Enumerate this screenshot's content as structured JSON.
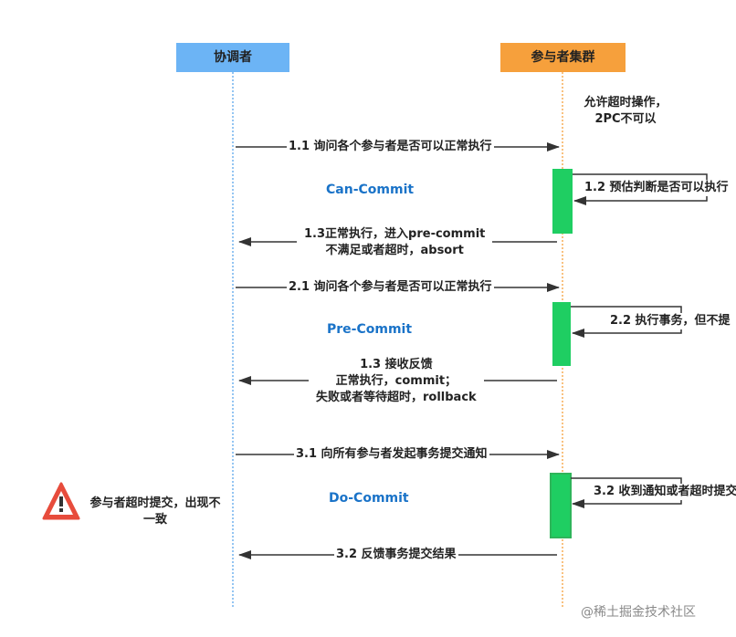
{
  "colors": {
    "coordinator_box": "#6cb4f5",
    "participant_box": "#f6a03c",
    "coordinator_lifeline": "#5aa6ea",
    "participant_lifeline": "#f6a03c",
    "activation_bar": "#1fce62",
    "arrow": "#333333",
    "phase_text": "#1a73c8",
    "warning": "#e74c3c"
  },
  "actors": {
    "coordinator": "协调者",
    "participants": "参与者集群"
  },
  "top_note": [
    "允许超时操作，",
    "2PC不可以"
  ],
  "phases": {
    "can_commit": "Can-Commit",
    "pre_commit": "Pre-Commit",
    "do_commit": "Do-Commit"
  },
  "messages": {
    "m1_1": "1.1 询问各个参与者是否可以正常执行",
    "m1_2": "1.2 预估判断是否可以执行",
    "m1_3": [
      "1.3正常执行，进入pre-commit",
      "不满足或者超时，absort"
    ],
    "m2_1": "2.1 询问各个参与者是否可以正常执行",
    "m2_2": "2.2 执行事务，但不提",
    "m2_3": [
      "1.3 接收反馈",
      "正常执行，commit；",
      "失败或者等待超时，rollback"
    ],
    "m3_1": "3.1 向所有参与者发起事务提交通知",
    "m3_2": "3.2 收到通知或者超时提交",
    "m3_3": "3.2 反馈事务提交结果"
  },
  "warning_note": [
    "参与者超时提交，出现不",
    "一致"
  ],
  "watermark": "@稀土掘金技术社区"
}
